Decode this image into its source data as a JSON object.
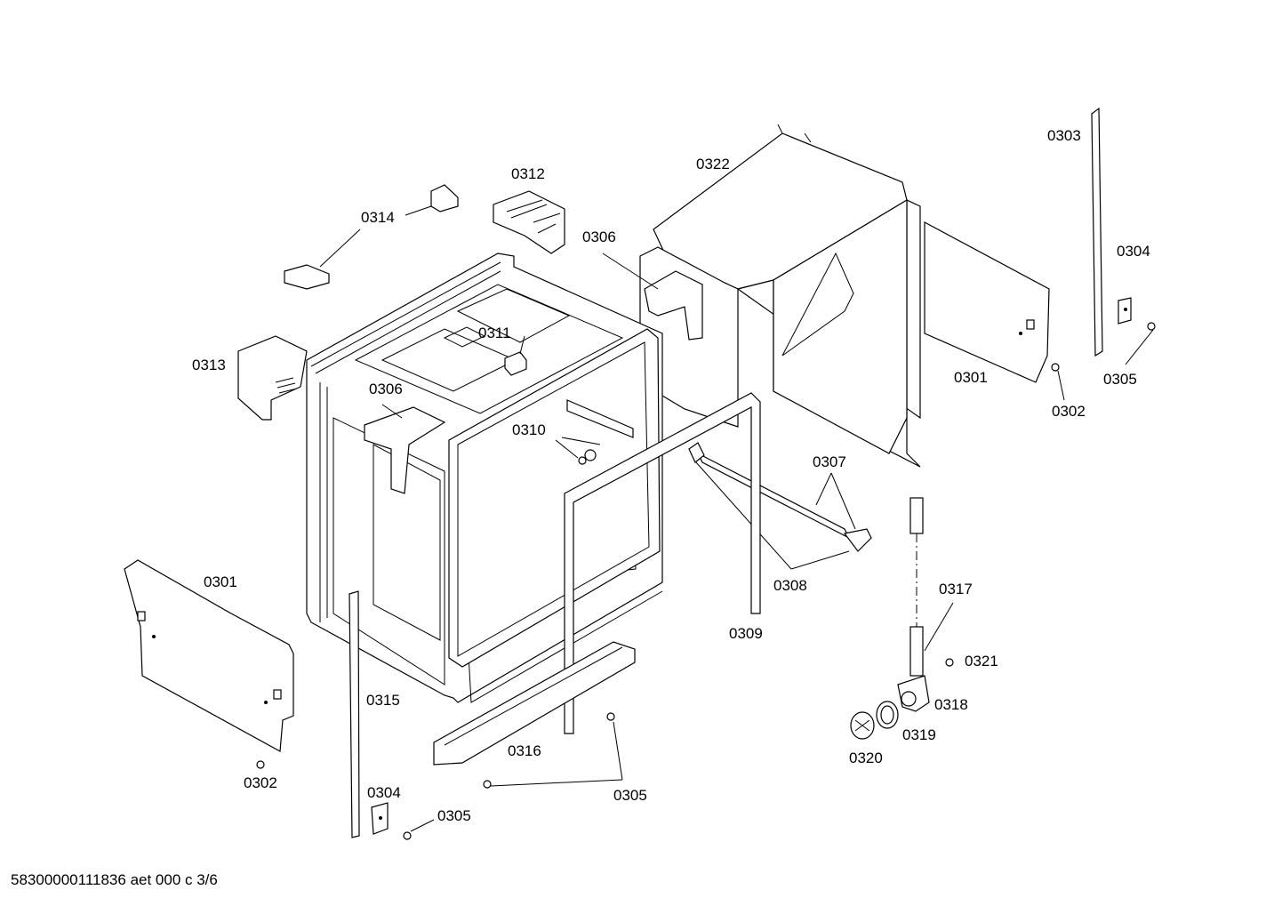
{
  "labels": {
    "l0322": "0322",
    "l0303": "0303",
    "l0312": "0312",
    "l0314": "0314",
    "l0306a": "0306",
    "l0304a": "0304",
    "l0311": "0311",
    "l0313": "0313",
    "l0306b": "0306",
    "l0301a": "0301",
    "l0305a": "0305",
    "l0302a": "0302",
    "l0310": "0310",
    "l0307": "0307",
    "l0308": "0308",
    "l0301b": "0301",
    "l0309": "0309",
    "l0317": "0317",
    "l0321": "0321",
    "l0315": "0315",
    "l0318": "0318",
    "l0319": "0319",
    "l0316": "0316",
    "l0320": "0320",
    "l0302b": "0302",
    "l0304b": "0304",
    "l0305b": "0305",
    "l0305c": "0305"
  },
  "footer": "58300000111836 aet 000 c 3/6"
}
